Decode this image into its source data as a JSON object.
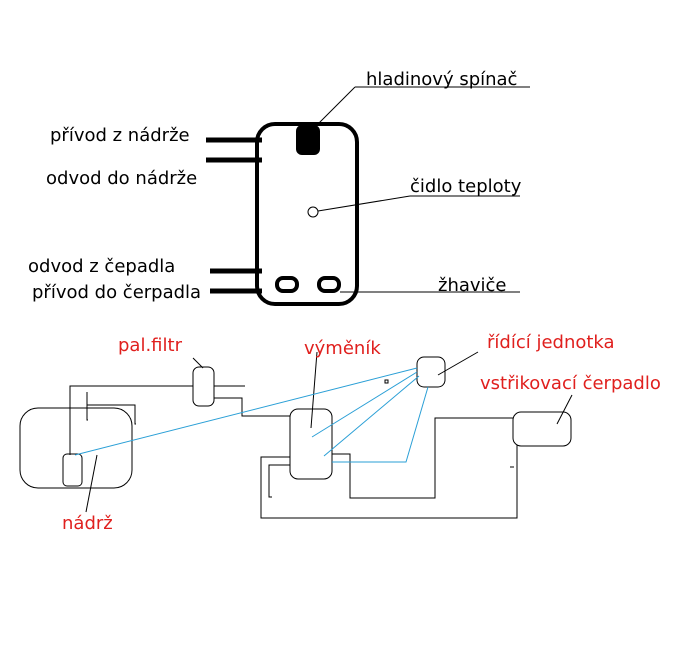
{
  "colors": {
    "ink": "#000000",
    "label_red": "#e0201e",
    "wire_blue": "#2a9fd6"
  },
  "top_diagram": {
    "float_switch_label": "hladinový spínač",
    "inlet_from_tank_label": "přívod z nádrže",
    "outlet_to_tank_label": "odvod do nádrže",
    "temp_sensor_label": "čidlo teploty",
    "outlet_from_pump_label": "odvod z čepadla",
    "inlet_to_pump_label": "přívod do čerpadla",
    "glow_plugs_label": "žhaviče"
  },
  "bottom_diagram": {
    "fuel_filter_label": "pal.filtr",
    "exchanger_label": "výměník",
    "control_unit_label": "řídící jednotka",
    "injection_pump_label": "vstřikovací čerpadlo",
    "tank_label": "nádrž"
  }
}
